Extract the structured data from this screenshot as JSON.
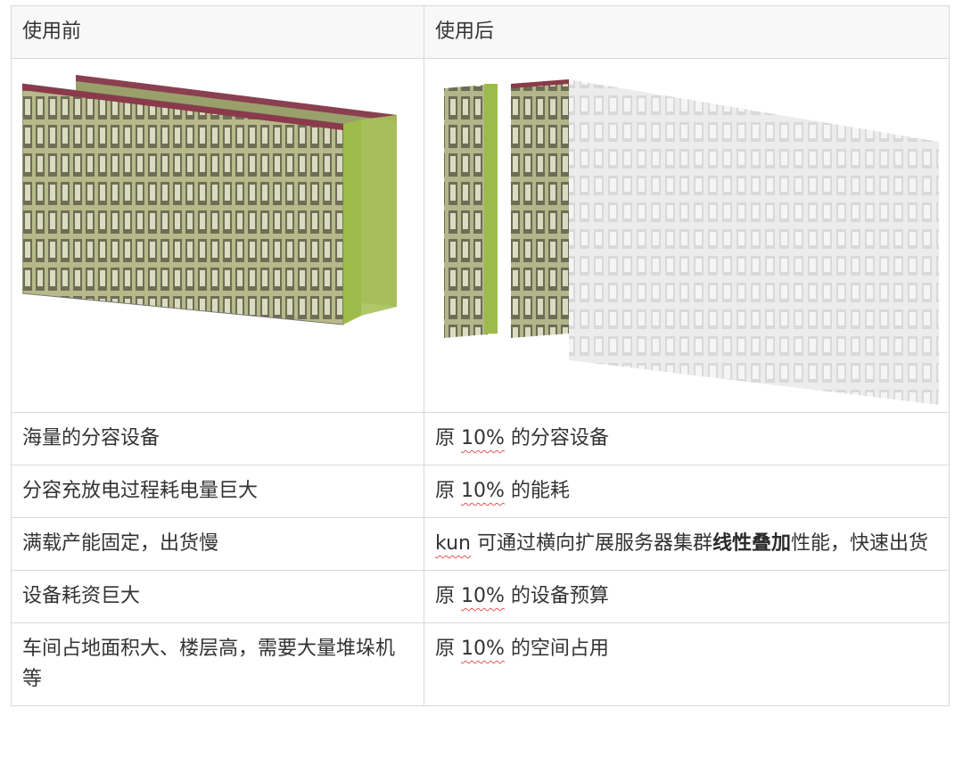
{
  "header": {
    "before": "使用前",
    "after": "使用后"
  },
  "rows": [
    {
      "before": "海量的分容设备",
      "after_pre": "原",
      "after_num": "10%",
      "after_post": "的分容设备"
    },
    {
      "before": "分容充放电过程耗电量巨大",
      "after_pre": "原",
      "after_num": "10%",
      "after_post": "的能耗"
    },
    {
      "before": "满载产能固定，出货慢",
      "after_pre": "kun",
      "after_mid": "可通过横向扩展服务器集群",
      "after_bold": "线性叠加",
      "after_post": "性能，快速出货"
    },
    {
      "before": "设备耗资巨大",
      "after_pre": "原",
      "after_num": "10%",
      "after_post": "的设备预算"
    },
    {
      "before": "车间占地面积大、楼层高，需要大量堆垛机等",
      "after_pre": "原",
      "after_num": "10%",
      "after_post": "的空间占用"
    }
  ],
  "colors": {
    "rack_green": "#a8b86a",
    "rack_red": "#9a3a4a",
    "border": "#d9d9d9"
  }
}
